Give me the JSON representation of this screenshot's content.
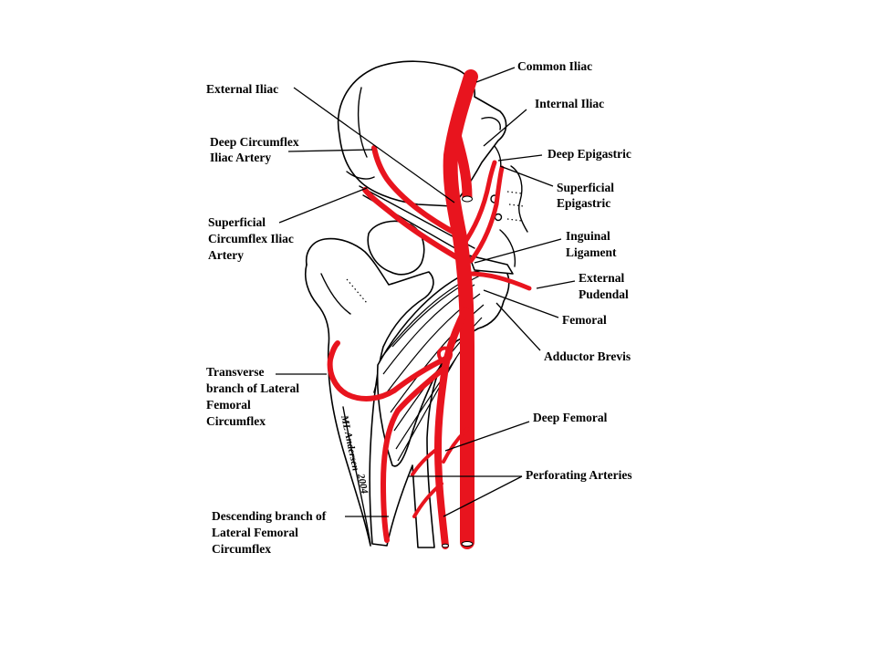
{
  "colors": {
    "artery": "#e8141e",
    "outline": "#000000",
    "background": "#ffffff"
  },
  "labels": {
    "common_iliac": "Common Iliac",
    "external_iliac": "External Iliac",
    "internal_iliac": "Internal Iliac",
    "deep_epigastric": "Deep Epigastric",
    "deep_circumflex_line1": "Deep Circumflex",
    "deep_circumflex_line2": "Iliac Artery",
    "superficial_epigastric_line1": "Superficial",
    "superficial_epigastric_line2": "Epigastric",
    "superficial_circumflex_line1": "Superficial",
    "superficial_circumflex_line2": "Circumflex Iliac",
    "superficial_circumflex_line3": "Artery",
    "inguinal_line1": "Inguinal",
    "inguinal_line2": "Ligament",
    "external_pudendal_line1": "External",
    "external_pudendal_line2": "Pudendal",
    "femoral": "Femoral",
    "adductor_brevis": "Adductor Brevis",
    "transverse_line1": "Transverse",
    "transverse_line2": "branch of Lateral",
    "transverse_line3": "Femoral",
    "transverse_line4": "Circumflex",
    "deep_femoral": "Deep Femoral",
    "perforating": "Perforating Arteries",
    "descending_line1": "Descending branch of",
    "descending_line2": "Lateral Femoral",
    "descending_line3": "Circumflex"
  },
  "signature": {
    "line1": "ML Andersen",
    "line2": "2004"
  }
}
